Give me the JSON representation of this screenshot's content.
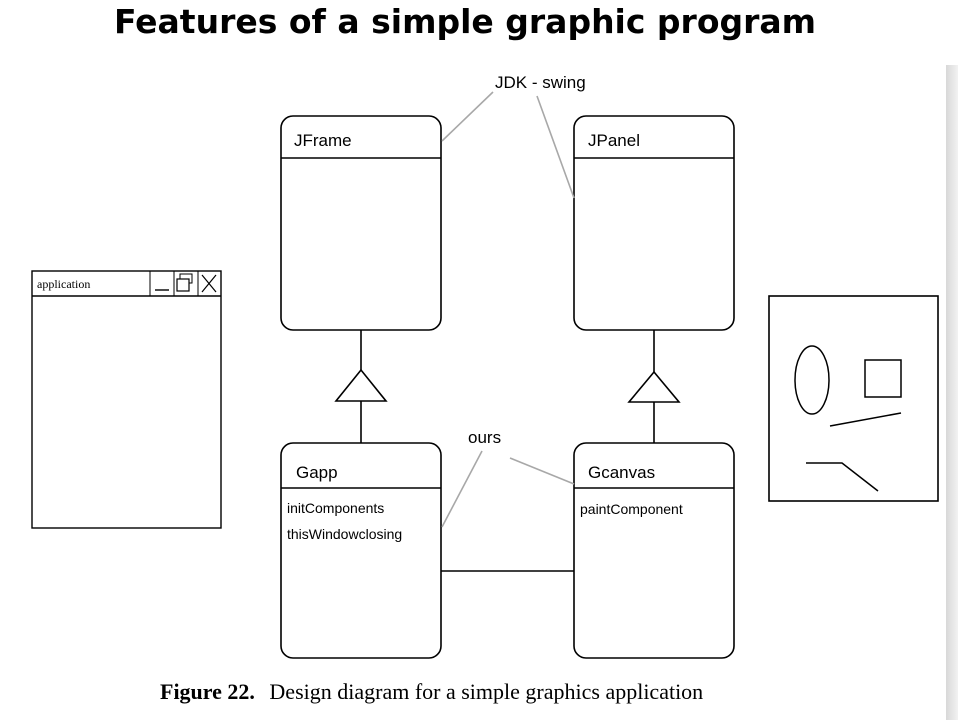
{
  "title": "Features of a simple graphic program",
  "caption": {
    "figure": "Figure 22.",
    "text": "Design diagram for a simple graphics application"
  },
  "window": {
    "title": "application"
  },
  "annotations": {
    "jdk": "JDK - swing",
    "ours": "ours"
  },
  "classes": {
    "jframe": {
      "name": "JFrame"
    },
    "jpanel": {
      "name": "JPanel"
    },
    "gapp": {
      "name": "Gapp",
      "methods": [
        "initComponents",
        "thisWindowclosing"
      ]
    },
    "gcanvas": {
      "name": "Gcanvas",
      "methods": [
        "paintComponent"
      ]
    }
  }
}
